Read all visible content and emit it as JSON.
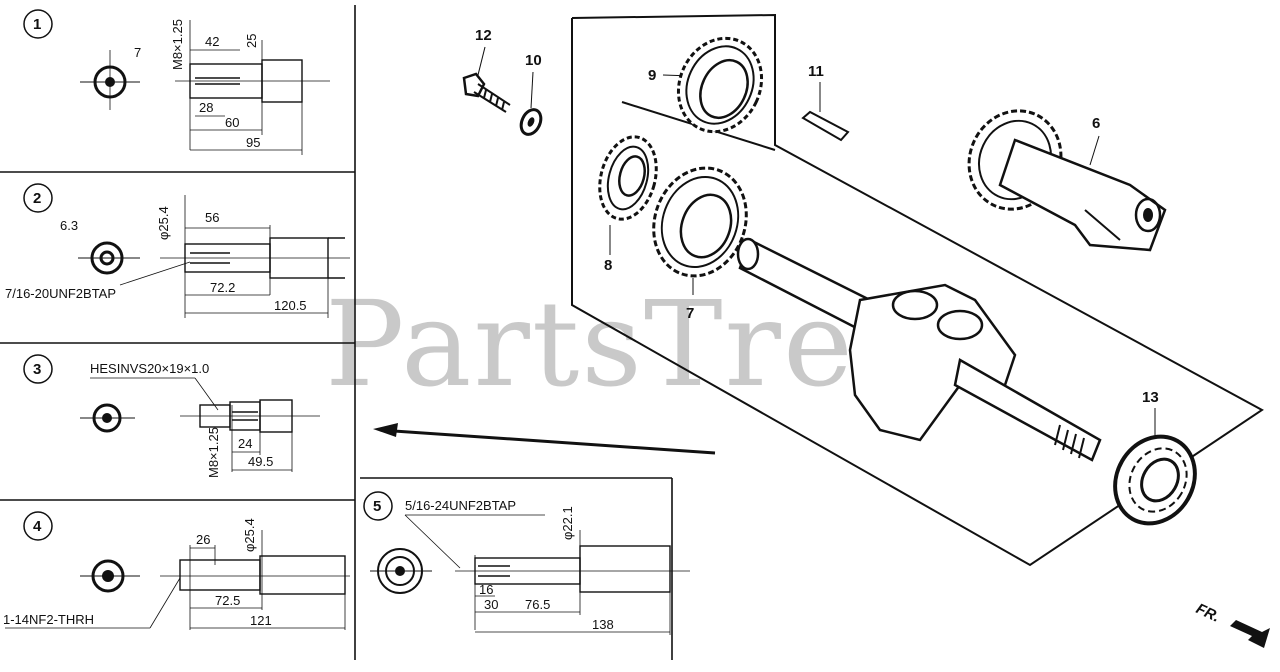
{
  "watermark": "PartsTree",
  "direction_label": "FR.",
  "shaft_variants": [
    {
      "id": "1",
      "labels": {
        "key": "7",
        "thread": "M8×1.25",
        "d1": "42",
        "d2": "25",
        "d3": "28",
        "d4": "60",
        "d5": "95"
      }
    },
    {
      "id": "2",
      "labels": {
        "key": "6.3",
        "dia": "φ25.4",
        "d1": "56",
        "tap": "7/16-20UNF2BTAP",
        "d2": "72.2",
        "d3": "120.5"
      }
    },
    {
      "id": "3",
      "labels": {
        "spline": "HESINVS20×19×1.0",
        "thread": "M8×1.25",
        "d1": "24",
        "d2": "49.5"
      }
    },
    {
      "id": "4",
      "labels": {
        "d1": "26",
        "dia": "φ25.4",
        "thread": "1-14NF2-THRH",
        "d2": "72.5",
        "d3": "121"
      }
    },
    {
      "id": "5",
      "labels": {
        "tap": "5/16-24UNF2BTAP",
        "dia": "φ22.1",
        "d1": "16",
        "d2": "30",
        "d3": "76.5",
        "d4": "138"
      }
    }
  ],
  "parts": [
    {
      "number": "12",
      "name": "bolt"
    },
    {
      "number": "10",
      "name": "washer"
    },
    {
      "number": "9",
      "name": "gear"
    },
    {
      "number": "11",
      "name": "key"
    },
    {
      "number": "6",
      "name": "balancer"
    },
    {
      "number": "8",
      "name": "gear"
    },
    {
      "number": "7",
      "name": "gear"
    },
    {
      "number": "13",
      "name": "bearing"
    }
  ],
  "colors": {
    "ink": "#111111",
    "watermark": "#c9c9c9"
  }
}
